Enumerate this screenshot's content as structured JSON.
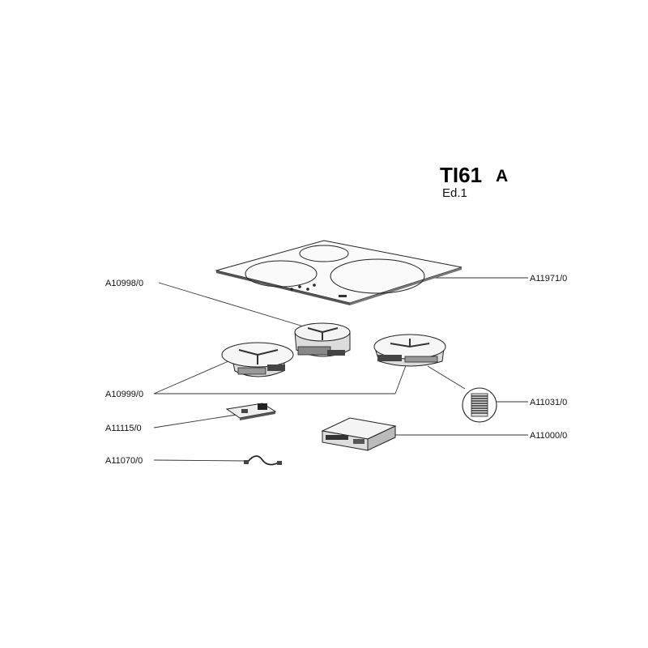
{
  "header": {
    "model": "TI61",
    "model_suffix": "A",
    "edition": "Ed.1"
  },
  "parts": [
    {
      "code": "A11971/0",
      "icon": "glass-ceramic-hob-top"
    },
    {
      "code": "A10998/0",
      "icon": "induction-coil-small"
    },
    {
      "code": "A10999/0",
      "icon": "induction-coil-medium"
    },
    {
      "code": "A11031/0",
      "icon": "ferrite-filter"
    },
    {
      "code": "A11115/0",
      "icon": "control-board"
    },
    {
      "code": "A11000/0",
      "icon": "power-module"
    },
    {
      "code": "A11070/0",
      "icon": "connection-cable"
    }
  ]
}
